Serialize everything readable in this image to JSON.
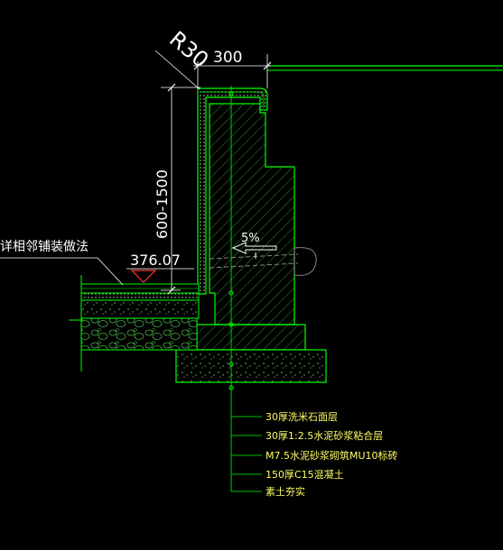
{
  "dimensions": {
    "radius_label": "R30",
    "width_label": "300",
    "height_label": "600-1500",
    "elevation_label": "376.07",
    "slope_label": "5%"
  },
  "reference_note": "详相邻铺装做法",
  "layers": [
    "30厚洗米石面层",
    "30厚1:2.5水泥砂浆粘合层",
    "M7.5水泥砂浆砌筑MU10标砖",
    "150厚C15混凝土",
    "素土夯实"
  ],
  "colors": {
    "background": "#000000",
    "line": "#00ff00",
    "dimension": "#ffffff",
    "note": "#ffff66"
  }
}
